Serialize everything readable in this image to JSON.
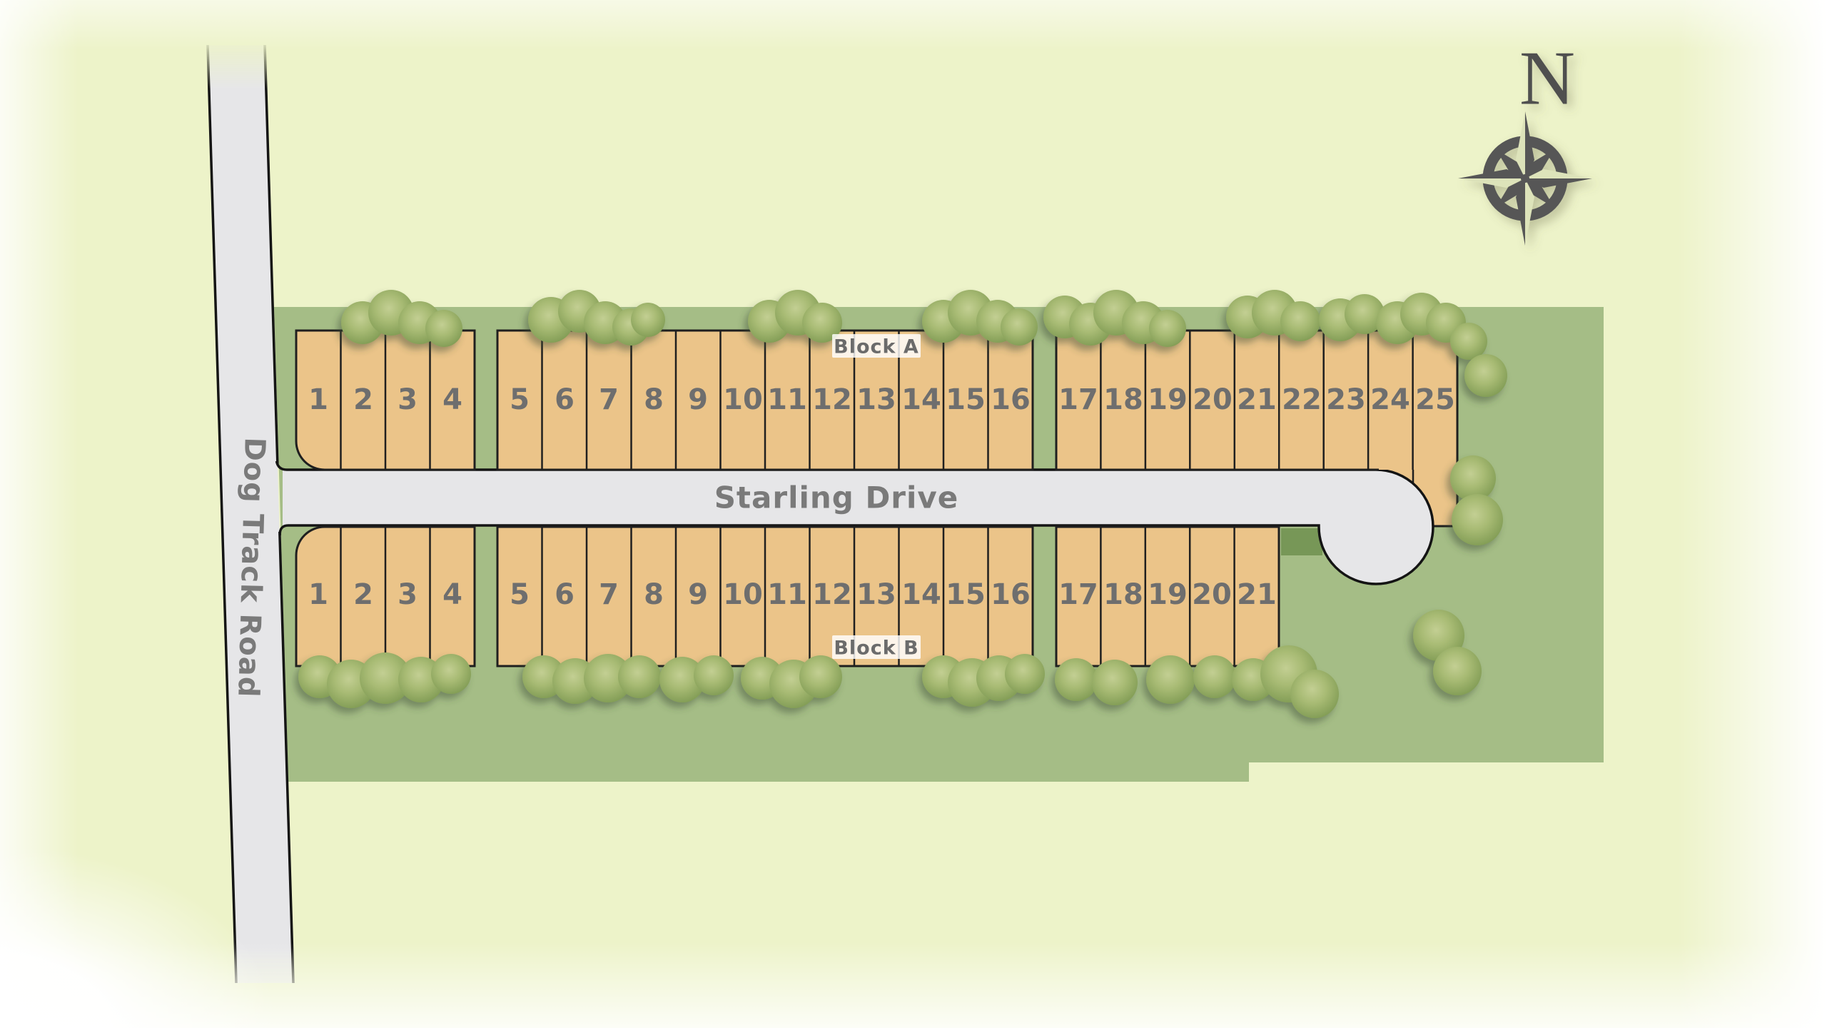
{
  "compass": {
    "north_label": "N"
  },
  "roads": {
    "vertical_road": {
      "label": "Dog Track Road"
    },
    "horizontal_road": {
      "label": "Starling Drive"
    }
  },
  "blocks": [
    {
      "label": "Block A",
      "lots": [
        "1",
        "2",
        "3",
        "4",
        "5",
        "6",
        "7",
        "8",
        "9",
        "10",
        "11",
        "12",
        "13",
        "14",
        "15",
        "16",
        "17",
        "18",
        "19",
        "20",
        "21",
        "22",
        "23",
        "24",
        "25"
      ]
    },
    {
      "label": "Block B",
      "lots": [
        "1",
        "2",
        "3",
        "4",
        "5",
        "6",
        "7",
        "8",
        "9",
        "10",
        "11",
        "12",
        "13",
        "14",
        "15",
        "16",
        "17",
        "18",
        "19",
        "20",
        "21"
      ]
    }
  ],
  "colors": {
    "background": "#edf3c9",
    "grass": "#a5bd86",
    "grass_dark": "#779757",
    "lot_fill": "#ebc489",
    "lot_border": "#1f1f1f",
    "road_fill": "#e6e6e8",
    "road_border": "#141414",
    "lot_number_text": "#6e6e6e",
    "road_label_text": "#7a7a7a",
    "block_label_text": "#6b6b6b",
    "block_label_bg": "#ffffff",
    "compass": "#575757",
    "tree_light": "#bcca8b",
    "tree_dark": "#7e9a52"
  },
  "trees": [
    [
      508,
      452,
      30
    ],
    [
      548,
      438,
      32
    ],
    [
      588,
      452,
      30
    ],
    [
      622,
      460,
      26
    ],
    [
      772,
      448,
      32
    ],
    [
      812,
      436,
      30
    ],
    [
      848,
      452,
      30
    ],
    [
      884,
      458,
      26
    ],
    [
      908,
      448,
      24
    ],
    [
      1078,
      450,
      30
    ],
    [
      1118,
      438,
      32
    ],
    [
      1152,
      452,
      28
    ],
    [
      1322,
      450,
      30
    ],
    [
      1360,
      438,
      32
    ],
    [
      1398,
      450,
      30
    ],
    [
      1428,
      458,
      26
    ],
    [
      1492,
      444,
      30
    ],
    [
      1528,
      454,
      30
    ],
    [
      1564,
      438,
      32
    ],
    [
      1602,
      452,
      30
    ],
    [
      1636,
      460,
      26
    ],
    [
      1748,
      444,
      30
    ],
    [
      1786,
      438,
      32
    ],
    [
      1822,
      450,
      28
    ],
    [
      1878,
      448,
      30
    ],
    [
      1912,
      440,
      28
    ],
    [
      1958,
      452,
      30
    ],
    [
      1992,
      440,
      30
    ],
    [
      2026,
      452,
      28
    ],
    [
      2058,
      478,
      26
    ],
    [
      2082,
      526,
      30
    ],
    [
      2064,
      670,
      32
    ],
    [
      2070,
      728,
      36
    ],
    [
      448,
      948,
      30
    ],
    [
      492,
      958,
      34
    ],
    [
      540,
      950,
      36
    ],
    [
      590,
      952,
      32
    ],
    [
      632,
      944,
      28
    ],
    [
      762,
      948,
      30
    ],
    [
      806,
      954,
      32
    ],
    [
      852,
      950,
      34
    ],
    [
      896,
      948,
      30
    ],
    [
      956,
      952,
      32
    ],
    [
      1000,
      946,
      28
    ],
    [
      1068,
      950,
      30
    ],
    [
      1112,
      958,
      34
    ],
    [
      1150,
      948,
      30
    ],
    [
      1322,
      948,
      30
    ],
    [
      1362,
      956,
      34
    ],
    [
      1400,
      950,
      32
    ],
    [
      1436,
      944,
      28
    ],
    [
      1508,
      952,
      30
    ],
    [
      1562,
      956,
      32
    ],
    [
      1640,
      952,
      34
    ],
    [
      1702,
      948,
      30
    ],
    [
      1756,
      952,
      30
    ],
    [
      1806,
      944,
      40
    ],
    [
      1842,
      972,
      34
    ],
    [
      2016,
      890,
      36
    ],
    [
      2042,
      940,
      34
    ]
  ]
}
